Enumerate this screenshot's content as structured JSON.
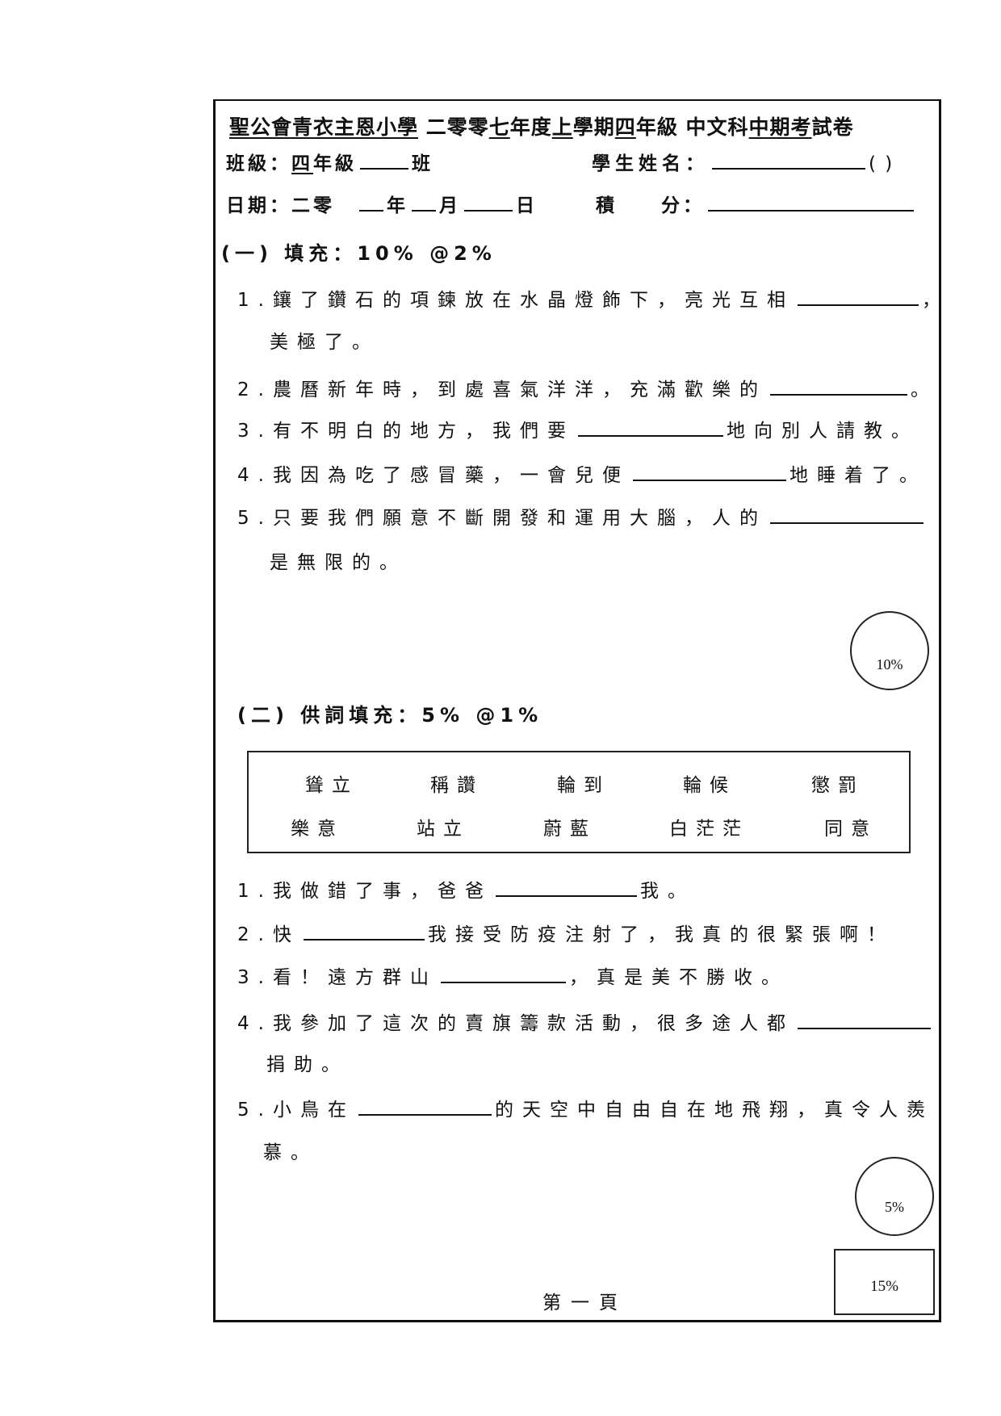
{
  "header": {
    "title_parts": [
      "聖公會青衣主恩小學",
      " 二零零",
      "七",
      "年度",
      "上",
      "學期",
      "四",
      "年級 ",
      "中文科",
      "中期考",
      "試卷"
    ],
    "class_label": "班級：",
    "class_value": "四",
    "class_suffix": "年級",
    "class_end": "班",
    "name_label": "學生姓名：",
    "name_paren": "(  )",
    "date_label": "日期：二零",
    "date_year": "年",
    "date_month": "月",
    "date_day": "日",
    "score_label": "積　　分："
  },
  "section1": {
    "heading": "(一) 填充：10% @2%",
    "items": [
      {
        "before": "1.鑲了鑽石的項鍊放在水晶燈飾下，亮光互相",
        "after": "，",
        "cont": "美極了。"
      },
      {
        "before": "2.農曆新年時，到處喜氣洋洋，充滿歡樂的",
        "after": "。"
      },
      {
        "before": "3.有不明白的地方，我們要",
        "after": "地向別人請教。"
      },
      {
        "before": "4.我因為吃了感冒藥，一會兒便",
        "after": "地睡着了。"
      },
      {
        "before": "5.只要我們願意不斷開發和運用大腦，人的",
        "after": "",
        "cont": "是無限的。"
      }
    ],
    "score_circle": "10%"
  },
  "section2": {
    "heading": "(二) 供詞填充：5% @1%",
    "word_bank": [
      [
        "聳立",
        "稱讚",
        "輪到",
        "輪候",
        "懲罰"
      ],
      [
        "樂意",
        "站立",
        "蔚藍",
        "白茫茫",
        "同意"
      ]
    ],
    "items": [
      {
        "before": "1.我做錯了事，爸爸",
        "after": "我。"
      },
      {
        "before": "2.快",
        "after": "我接受防疫注射了，我真的很緊張啊！"
      },
      {
        "before": "3.看！遠方群山",
        "after": "，真是美不勝收。"
      },
      {
        "before": "4.我參加了這次的賣旗籌款活動，很多途人都",
        "after": "",
        "cont": "捐助。"
      },
      {
        "before": "5.小鳥在",
        "after": "的天空中自由自在地飛翔，真令人羨",
        "cont": "慕。"
      }
    ],
    "score_circle": "5%"
  },
  "footer": {
    "page_label": "第一頁",
    "total_score": "15%"
  }
}
